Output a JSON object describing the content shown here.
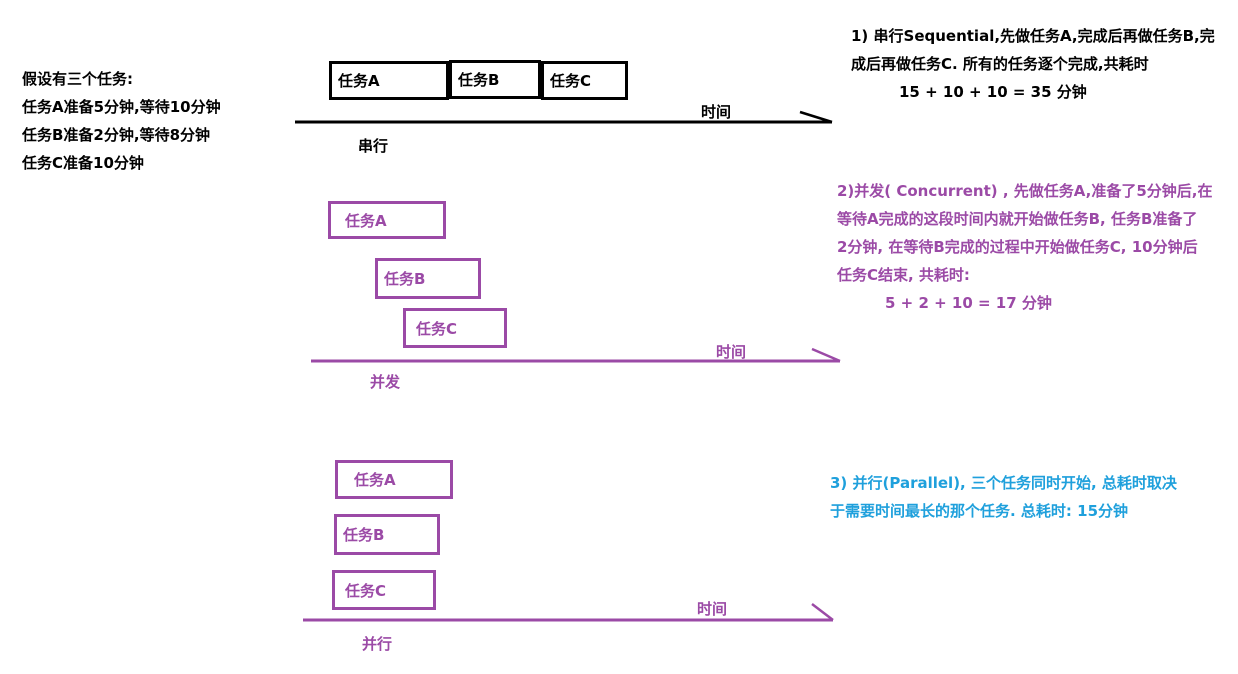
{
  "intro": {
    "title": "假设有三个任务:",
    "lines": [
      "任务A准备5分钟,等待10分钟",
      "任务B准备2分钟,等待8分钟",
      "任务C准备10分钟"
    ]
  },
  "colors": {
    "serial": "#000000",
    "concurrent": "#9b4aa6",
    "parallel_text": "#1fa0dc"
  },
  "serial": {
    "tasks": [
      "任务A",
      "任务B",
      "任务C"
    ],
    "axis_label": "时间",
    "mode_label": "串行",
    "description": [
      "1) 串行Sequential,先做任务A,完成后再做任务B,完",
      "成后再做任务C. 所有的任务逐个完成,共耗时"
    ],
    "formula": "15 + 10 + 10 = 35 分钟"
  },
  "concurrent": {
    "tasks": [
      "任务A",
      "任务B",
      "任务C"
    ],
    "axis_label": "时间",
    "mode_label": "并发",
    "description": [
      "2)并发( Concurrent) , 先做任务A,准备了5分钟后,在",
      "等待A完成的这段时间内就开始做任务B, 任务B准备了",
      "2分钟, 在等待B完成的过程中开始做任务C, 10分钟后",
      "任务C结束, 共耗时:"
    ],
    "formula": "5 + 2 + 10 = 17 分钟"
  },
  "parallel": {
    "tasks": [
      "任务A",
      "任务B",
      "任务C"
    ],
    "axis_label": "时间",
    "mode_label": "并行",
    "description": [
      "3) 并行(Parallel), 三个任务同时开始, 总耗时取决",
      "于需要时间最长的那个任务. 总耗时: 15分钟"
    ]
  }
}
